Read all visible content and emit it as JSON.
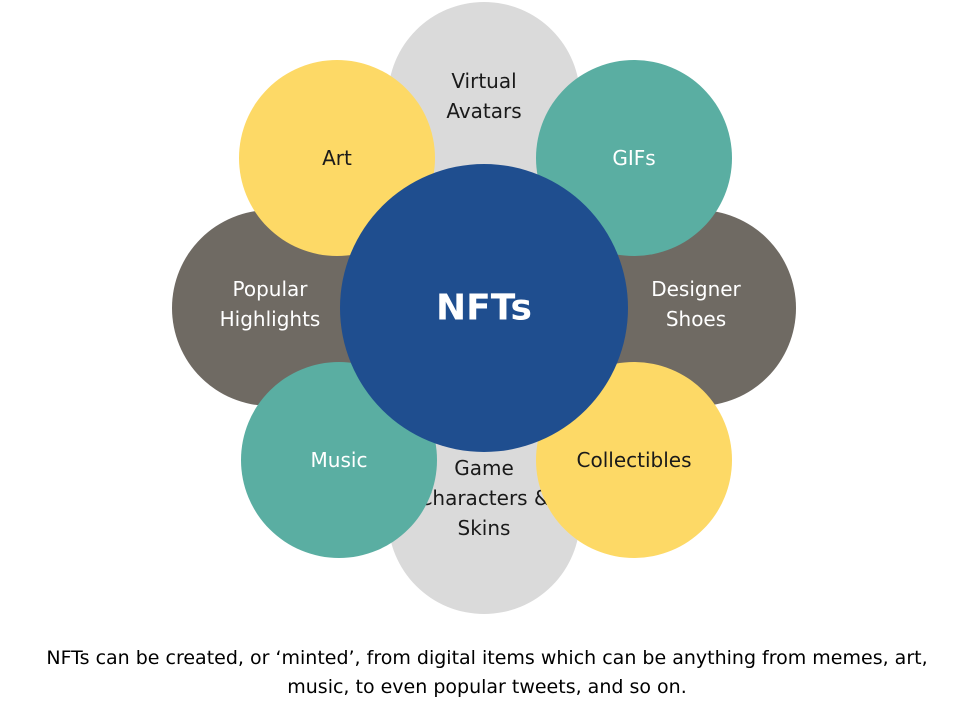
{
  "diagram": {
    "center": {
      "label": "NFTs",
      "color": "#1f4e8f",
      "text_color": "#ffffff"
    },
    "petals": [
      {
        "id": "virtual-avatars",
        "lines": [
          "Virtual",
          "Avatars"
        ],
        "color": "#dadada",
        "text_color": "#1a1a1a"
      },
      {
        "id": "game-characters",
        "lines": [
          "Game",
          "Characters &",
          "Skins"
        ],
        "color": "#dadada",
        "text_color": "#1a1a1a"
      },
      {
        "id": "popular-highlights",
        "lines": [
          "Popular",
          "Highlights"
        ],
        "color": "#6f6a63",
        "text_color": "#ffffff"
      },
      {
        "id": "designer-shoes",
        "lines": [
          "Designer",
          "Shoes"
        ],
        "color": "#6f6a63",
        "text_color": "#ffffff"
      },
      {
        "id": "art",
        "lines": [
          "Art"
        ],
        "color": "#fdd966",
        "text_color": "#1a1a1a"
      },
      {
        "id": "gifs",
        "lines": [
          "GIFs"
        ],
        "color": "#5aaea2",
        "text_color": "#ffffff"
      },
      {
        "id": "music",
        "lines": [
          "Music"
        ],
        "color": "#5aaea2",
        "text_color": "#ffffff"
      },
      {
        "id": "collectibles",
        "lines": [
          "Collectibles"
        ],
        "color": "#fdd966",
        "text_color": "#1a1a1a"
      }
    ]
  },
  "caption": {
    "line1": "NFTs can be created, or ‘minted’, from digital items which can be anything from memes, art,",
    "line2": "music, to even popular tweets, and so on."
  }
}
